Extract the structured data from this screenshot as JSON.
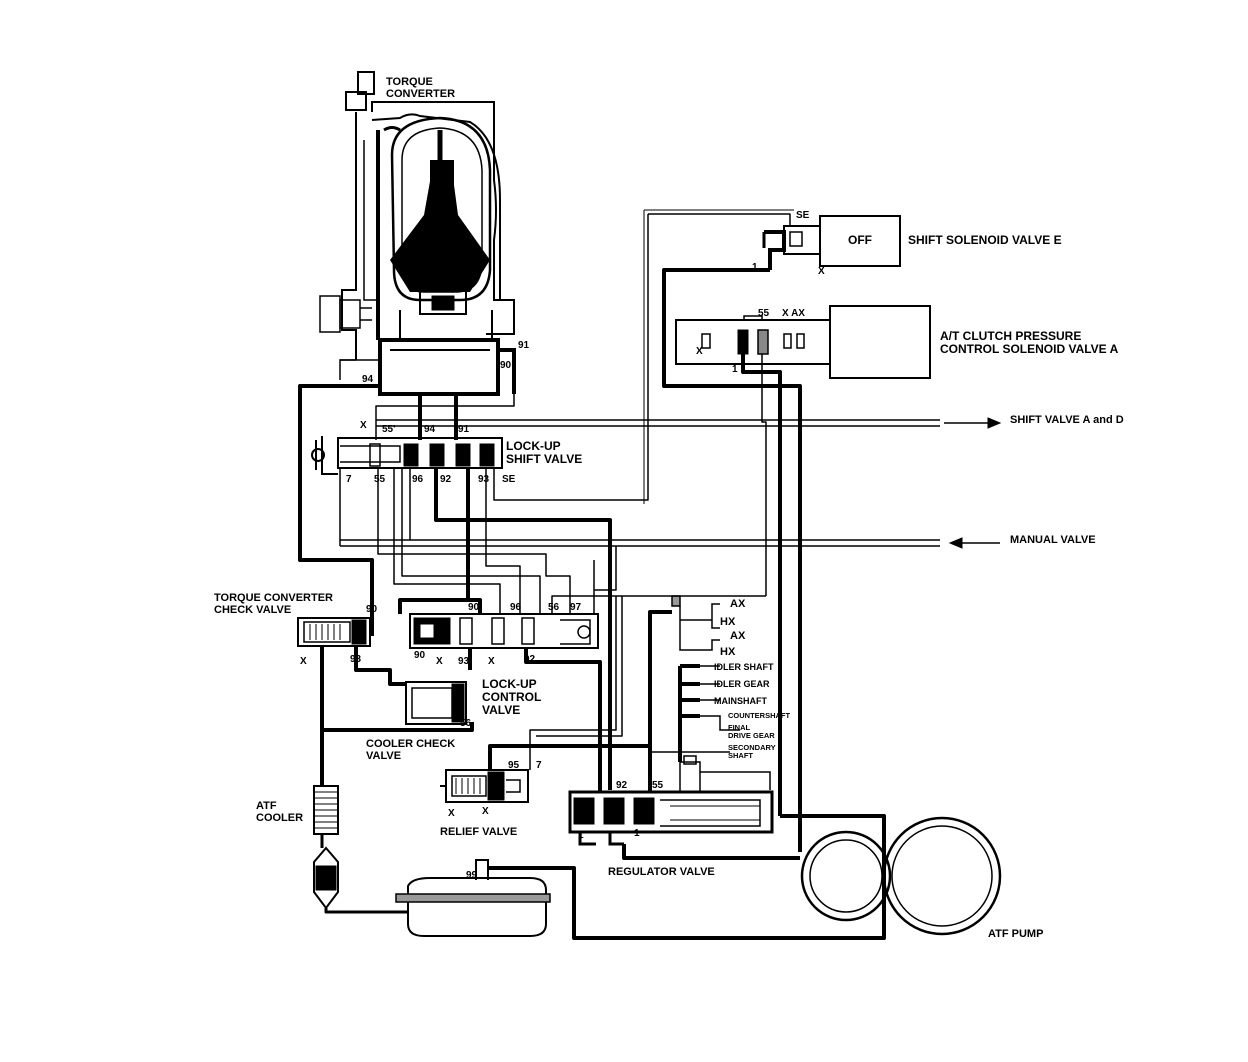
{
  "labels": {
    "torque_converter": "TORQUE\nCONVERTER",
    "shift_solenoid_e": "SHIFT SOLENOID VALVE E",
    "solenoid_off": "OFF",
    "atclutch_solenoid_a": "A/T CLUTCH PRESSURE\nCONTROL SOLENOID VALVE A",
    "shift_valve_ad": "SHIFT VALVE A and D",
    "lockup_shift_valve": "LOCK-UP\nSHIFT VALVE",
    "manual_valve": "MANUAL VALVE",
    "tc_check_valve": "TORQUE CONVERTER\nCHECK VALVE",
    "lockup_control_valve": "LOCK-UP\nCONTROL\nVALVE",
    "cooler_check_valve": "COOLER CHECK\nVALVE",
    "atf_cooler": "ATF\nCOOLER",
    "relief_valve": "RELIEF VALVE",
    "regulator_valve": "REGULATOR VALVE",
    "atf_pump": "ATF PUMP",
    "idler_shaft": "IDLER SHAFT",
    "idler_gear": "IDLER GEAR",
    "mainshaft": "MAINSHAFT",
    "countershaft": "COUNTERSHAFT",
    "final_drive_gear": "FINAL\nDRIVE GEAR",
    "secondary_shaft": "SECONDARY\nSHAFT",
    "ax1": "AX",
    "hx1": "HX",
    "ax2": "AX",
    "hx2": "HX"
  },
  "ports": {
    "se_top": "SE",
    "sol_e_1": "1",
    "sol_e_x": "X",
    "sol_a_55": "55",
    "sol_a_xax": "X AX",
    "sol_a_x": "X",
    "sol_a_1": "1",
    "p91_tc": "91",
    "p90_tc": "90",
    "p94_tc": "94",
    "ls_x": "X",
    "ls_55p": "55'",
    "ls_94": "94",
    "ls_91": "91",
    "ls_7": "7",
    "ls_55": "55",
    "ls_96": "96",
    "ls_92": "92",
    "ls_93": "93",
    "ls_se": "SE",
    "tc_90": "90",
    "tc_x": "X",
    "tc_93": "93",
    "lc_90t": "90",
    "lc_96t": "96",
    "lc_56t": "56",
    "lc_97t": "97",
    "lc_90b": "90",
    "lc_xb": "X",
    "lc_93b": "93",
    "lc_xb2": "X",
    "lc_92b": "92",
    "lc_56s": "56",
    "rv_95": "95",
    "rv_7": "7",
    "rv_x1": "X",
    "rv_x2": "X",
    "rg_92": "92",
    "rg_55": "55",
    "rg_1a": "1",
    "rg_1b": "1",
    "p99": "99"
  }
}
